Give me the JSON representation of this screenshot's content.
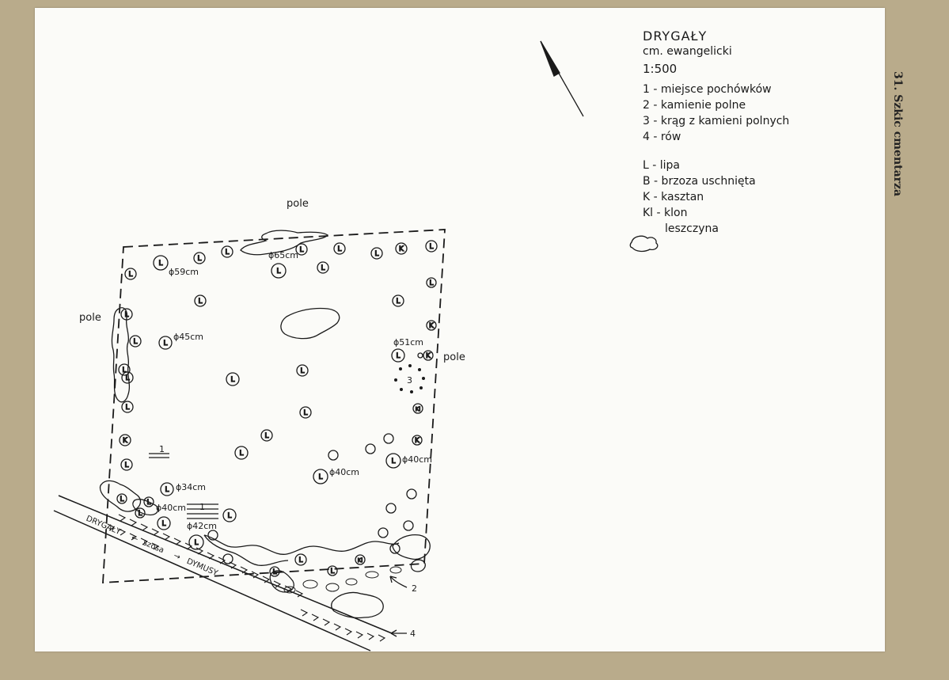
{
  "page_label": "31. Szkic cmentarza",
  "legend": {
    "title": "DRYGAŁY",
    "subtitle": "cm. ewangelicki",
    "scale": "1:500",
    "items": [
      "1 - miejsce pochówków",
      "2 - kamienie polne",
      "3 - krąg z kamieni polnych",
      "4 - rów"
    ],
    "trees": [
      "L - lipa",
      "B - brzoza uschnięta",
      "K - kasztan",
      "Kl - klon"
    ],
    "shrub": "leszczyna"
  },
  "labels": {
    "field_top": "pole",
    "field_left": "pole",
    "field_right": "pole",
    "d59": "ϕ59cm",
    "d65": "ϕ65cm",
    "d45": "ϕ45cm",
    "d51": "ϕ51cm",
    "d40a": "ϕ40cm",
    "d40b": "ϕ40cm",
    "d34": "ϕ34cm",
    "d40c": "ϕ40cm",
    "d42": "ϕ42cm",
    "num1a": "1",
    "num1b": "1",
    "num3": "3",
    "num2": "2",
    "num4": "4",
    "road_left": "DRYGAŁY",
    "road_mid": "szosa",
    "road_right": "DYMUSY"
  },
  "tree_letters": {
    "lipa": "L",
    "kasztan": "K",
    "klon": "Kl",
    "brzoza": "B"
  }
}
